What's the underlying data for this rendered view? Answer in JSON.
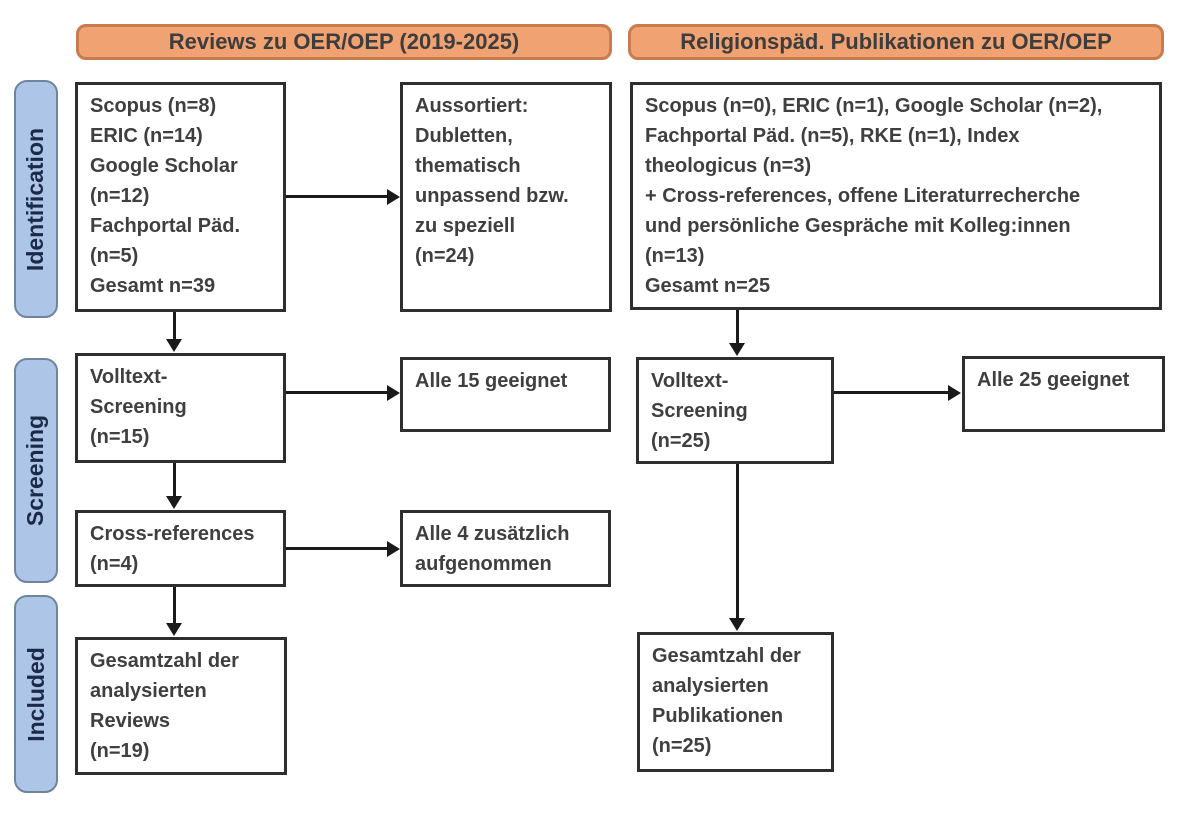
{
  "headers": {
    "left": "Reviews zu OER/OEP (2019-2025)",
    "right": "Religionspäd. Publikationen zu OER/OEP"
  },
  "stages": {
    "identification": "Identification",
    "screening": "Screening",
    "included": "Included"
  },
  "boxes": {
    "reviews_sources": {
      "lines": [
        "Scopus (n=8)",
        "ERIC (n=14)",
        "Google Scholar",
        "(n=12)",
        "Fachportal Päd.",
        "(n=5)",
        "Gesamt n=39"
      ]
    },
    "reviews_excluded": {
      "lines": [
        "Aussortiert:",
        "Dubletten,",
        "thematisch",
        "unpassend bzw.",
        "zu speziell",
        "(n=24)"
      ]
    },
    "reviews_fulltext": {
      "lines": [
        "Volltext-",
        "Screening",
        "(n=15)"
      ]
    },
    "reviews_eligible": {
      "lines": [
        "Alle 15 geeignet"
      ]
    },
    "reviews_crossref": {
      "lines": [
        "Cross-references",
        "(n=4)"
      ]
    },
    "reviews_added": {
      "lines": [
        "Alle 4 zusätzlich",
        "aufgenommen"
      ]
    },
    "reviews_included": {
      "lines": [
        "Gesamtzahl der",
        "analysierten",
        "Reviews",
        "(n=19)"
      ]
    },
    "pubs_sources": {
      "lines": [
        "Scopus (n=0), ERIC (n=1), Google Scholar (n=2),",
        "Fachportal Päd. (n=5), RKE (n=1), Index",
        "theologicus (n=3)",
        "+ Cross-references, offene Literaturrecherche",
        "und persönliche Gespräche mit Kolleg:innen",
        "(n=13)",
        "Gesamt n=25"
      ]
    },
    "pubs_fulltext": {
      "lines": [
        "Volltext-",
        "Screening",
        "(n=25)"
      ]
    },
    "pubs_eligible": {
      "lines": [
        "Alle 25 geeignet"
      ]
    },
    "pubs_included": {
      "lines": [
        "Gesamtzahl der",
        "analysierten",
        "Publikationen",
        "(n=25)"
      ]
    }
  },
  "colors": {
    "header_fill": "#f1a273",
    "header_border": "#c87c4e",
    "stage_fill": "#adc6e8",
    "stage_border": "#70839f",
    "box_border": "#2e2e2e",
    "text": "#3f3f3f",
    "arrow": "#1a1a1a"
  }
}
